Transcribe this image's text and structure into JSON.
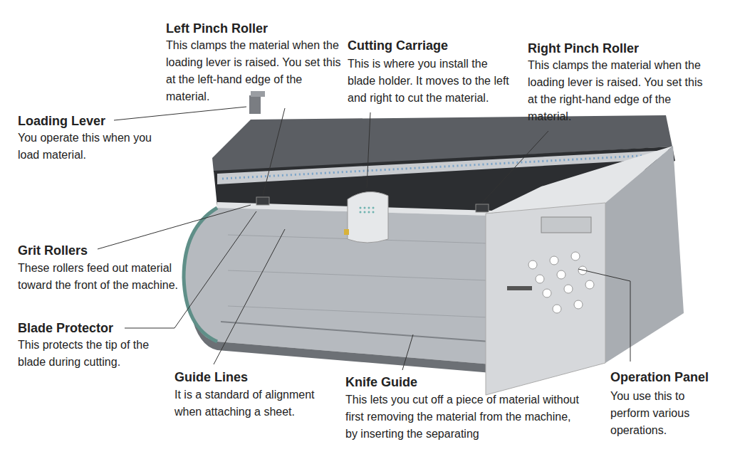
{
  "diagram": {
    "labels": [
      "Left Pinch Roller",
      "This clamps the material when the loading lever is raised. You set this at the left-hand edge of the material.",
      "Cutting Carriage",
      "This is where you install the blade holder. It moves to the left and right to cut the material.",
      "Right Pinch Roller",
      "This clamps the material when the loading lever is raised. You set this at the right-hand edge of the material.",
      "Loading Lever",
      "You operate this when you load material.",
      "Grit Rollers",
      "These rollers feed out material toward the front of the machine.",
      "Blade Protector",
      "This protects the tip of the blade during cutting.",
      "Guide Lines",
      "It is a standard of alignment when attaching a sheet.",
      "Knife Guide",
      "This lets you cut off a piece of material without first removing the material from the machine, by inserting the separating",
      "Operation Panel",
      "You use this to perform various operations."
    ]
  }
}
